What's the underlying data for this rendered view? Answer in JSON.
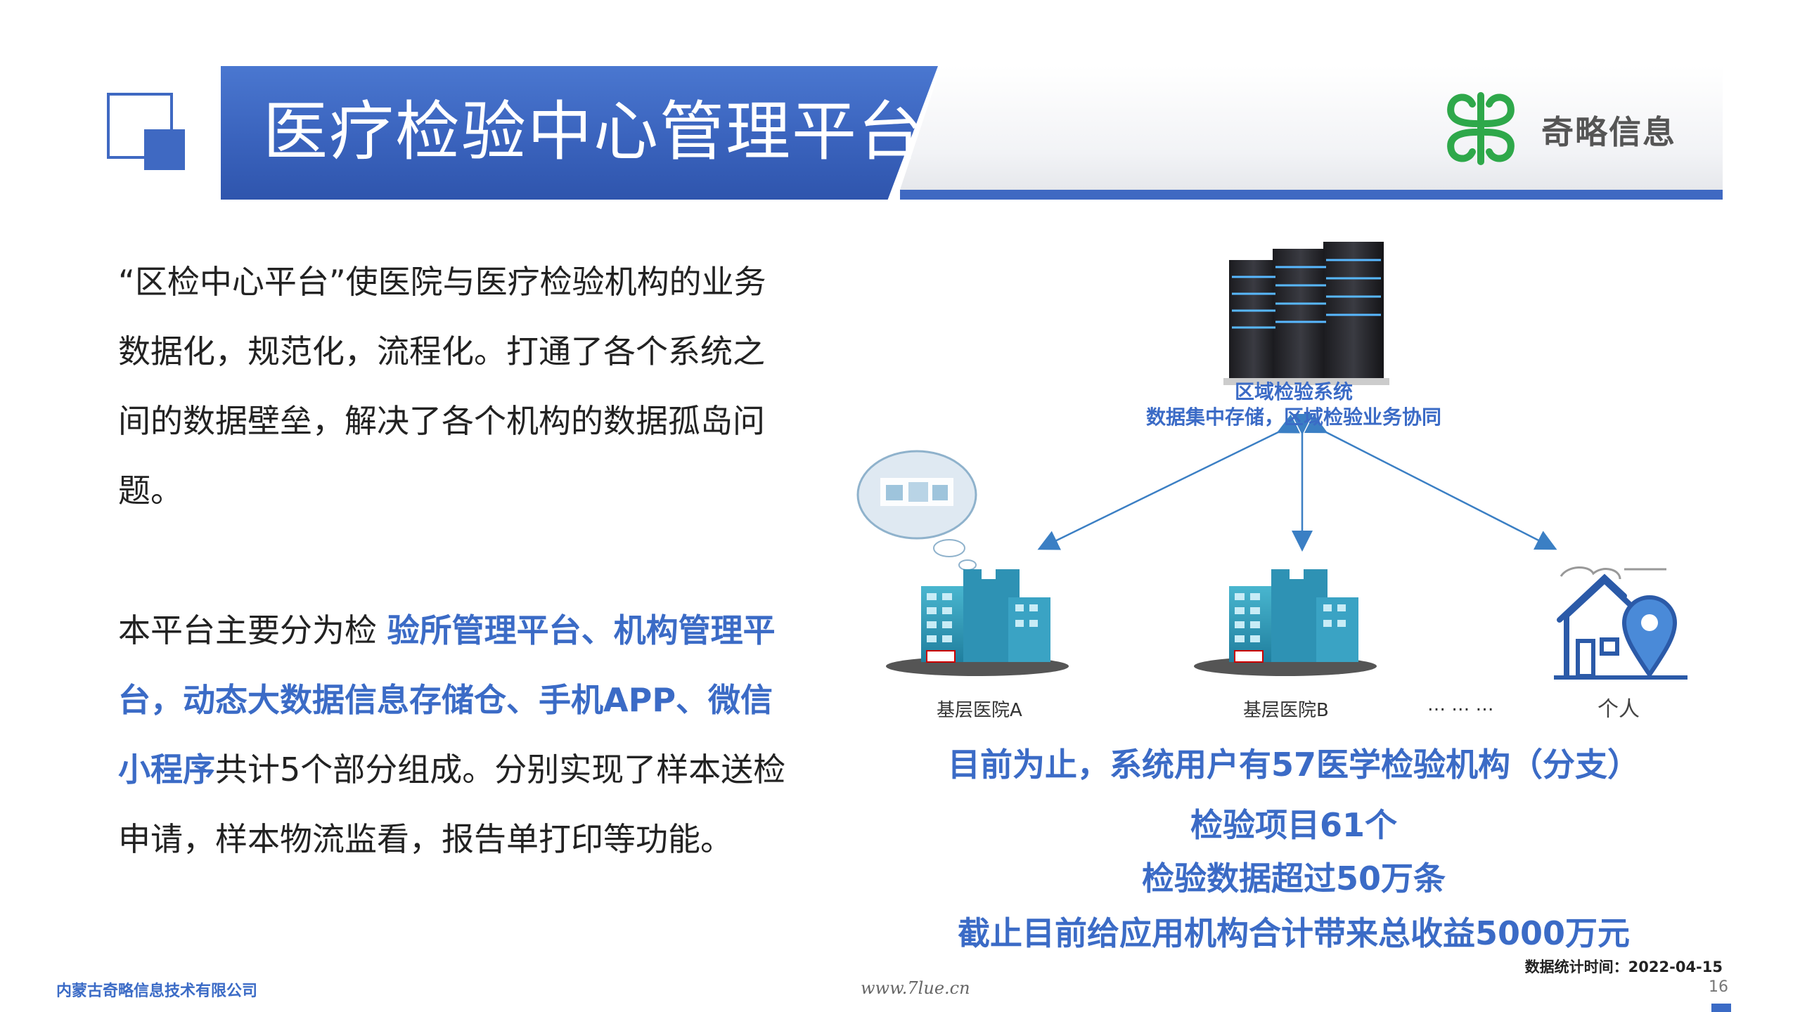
{
  "header": {
    "title": "医疗检验中心管理平台",
    "company_logo_text": "奇略信息"
  },
  "intro": {
    "paragraph": "“区检中心平台”使医院与医疗检验机构的业务数据化，规范化，流程化。打通了各个系统之间的数据壁垒，解决了各个机构的数据孤岛问题。"
  },
  "platform": {
    "prefix": "本平台主要分为检 ",
    "highlight": "验所管理平台、机构管理平台，动态大数据信息存储仓、手机APP、微信小程序",
    "suffix": "共计5个部分组成。分别实现了样本送检申请，样本物流监看，报告单打印等功能。"
  },
  "diagram": {
    "system_line1": "区域检验系统",
    "system_line2": "数据集中存储，区域检验业务协同",
    "node_a": "基层医院A",
    "node_b": "基层医院B",
    "node_dots": "… … …",
    "node_person": "个人"
  },
  "stats": {
    "line1": "目前为止，系统用户有57医学检验机构（分支）",
    "line2": "检验项目61个",
    "line3": "检验数据超过50万条",
    "line4": "截止目前给应用机构合计带来总收益5000万元",
    "timestamp": "数据统计时间：2022-04-15"
  },
  "footer": {
    "company": "内蒙古奇略信息技术有限公司",
    "url": "www.7lue.cn",
    "page": "16"
  },
  "colors": {
    "brand_blue": "#3b6bc6",
    "logo_green": "#2ea84a"
  }
}
